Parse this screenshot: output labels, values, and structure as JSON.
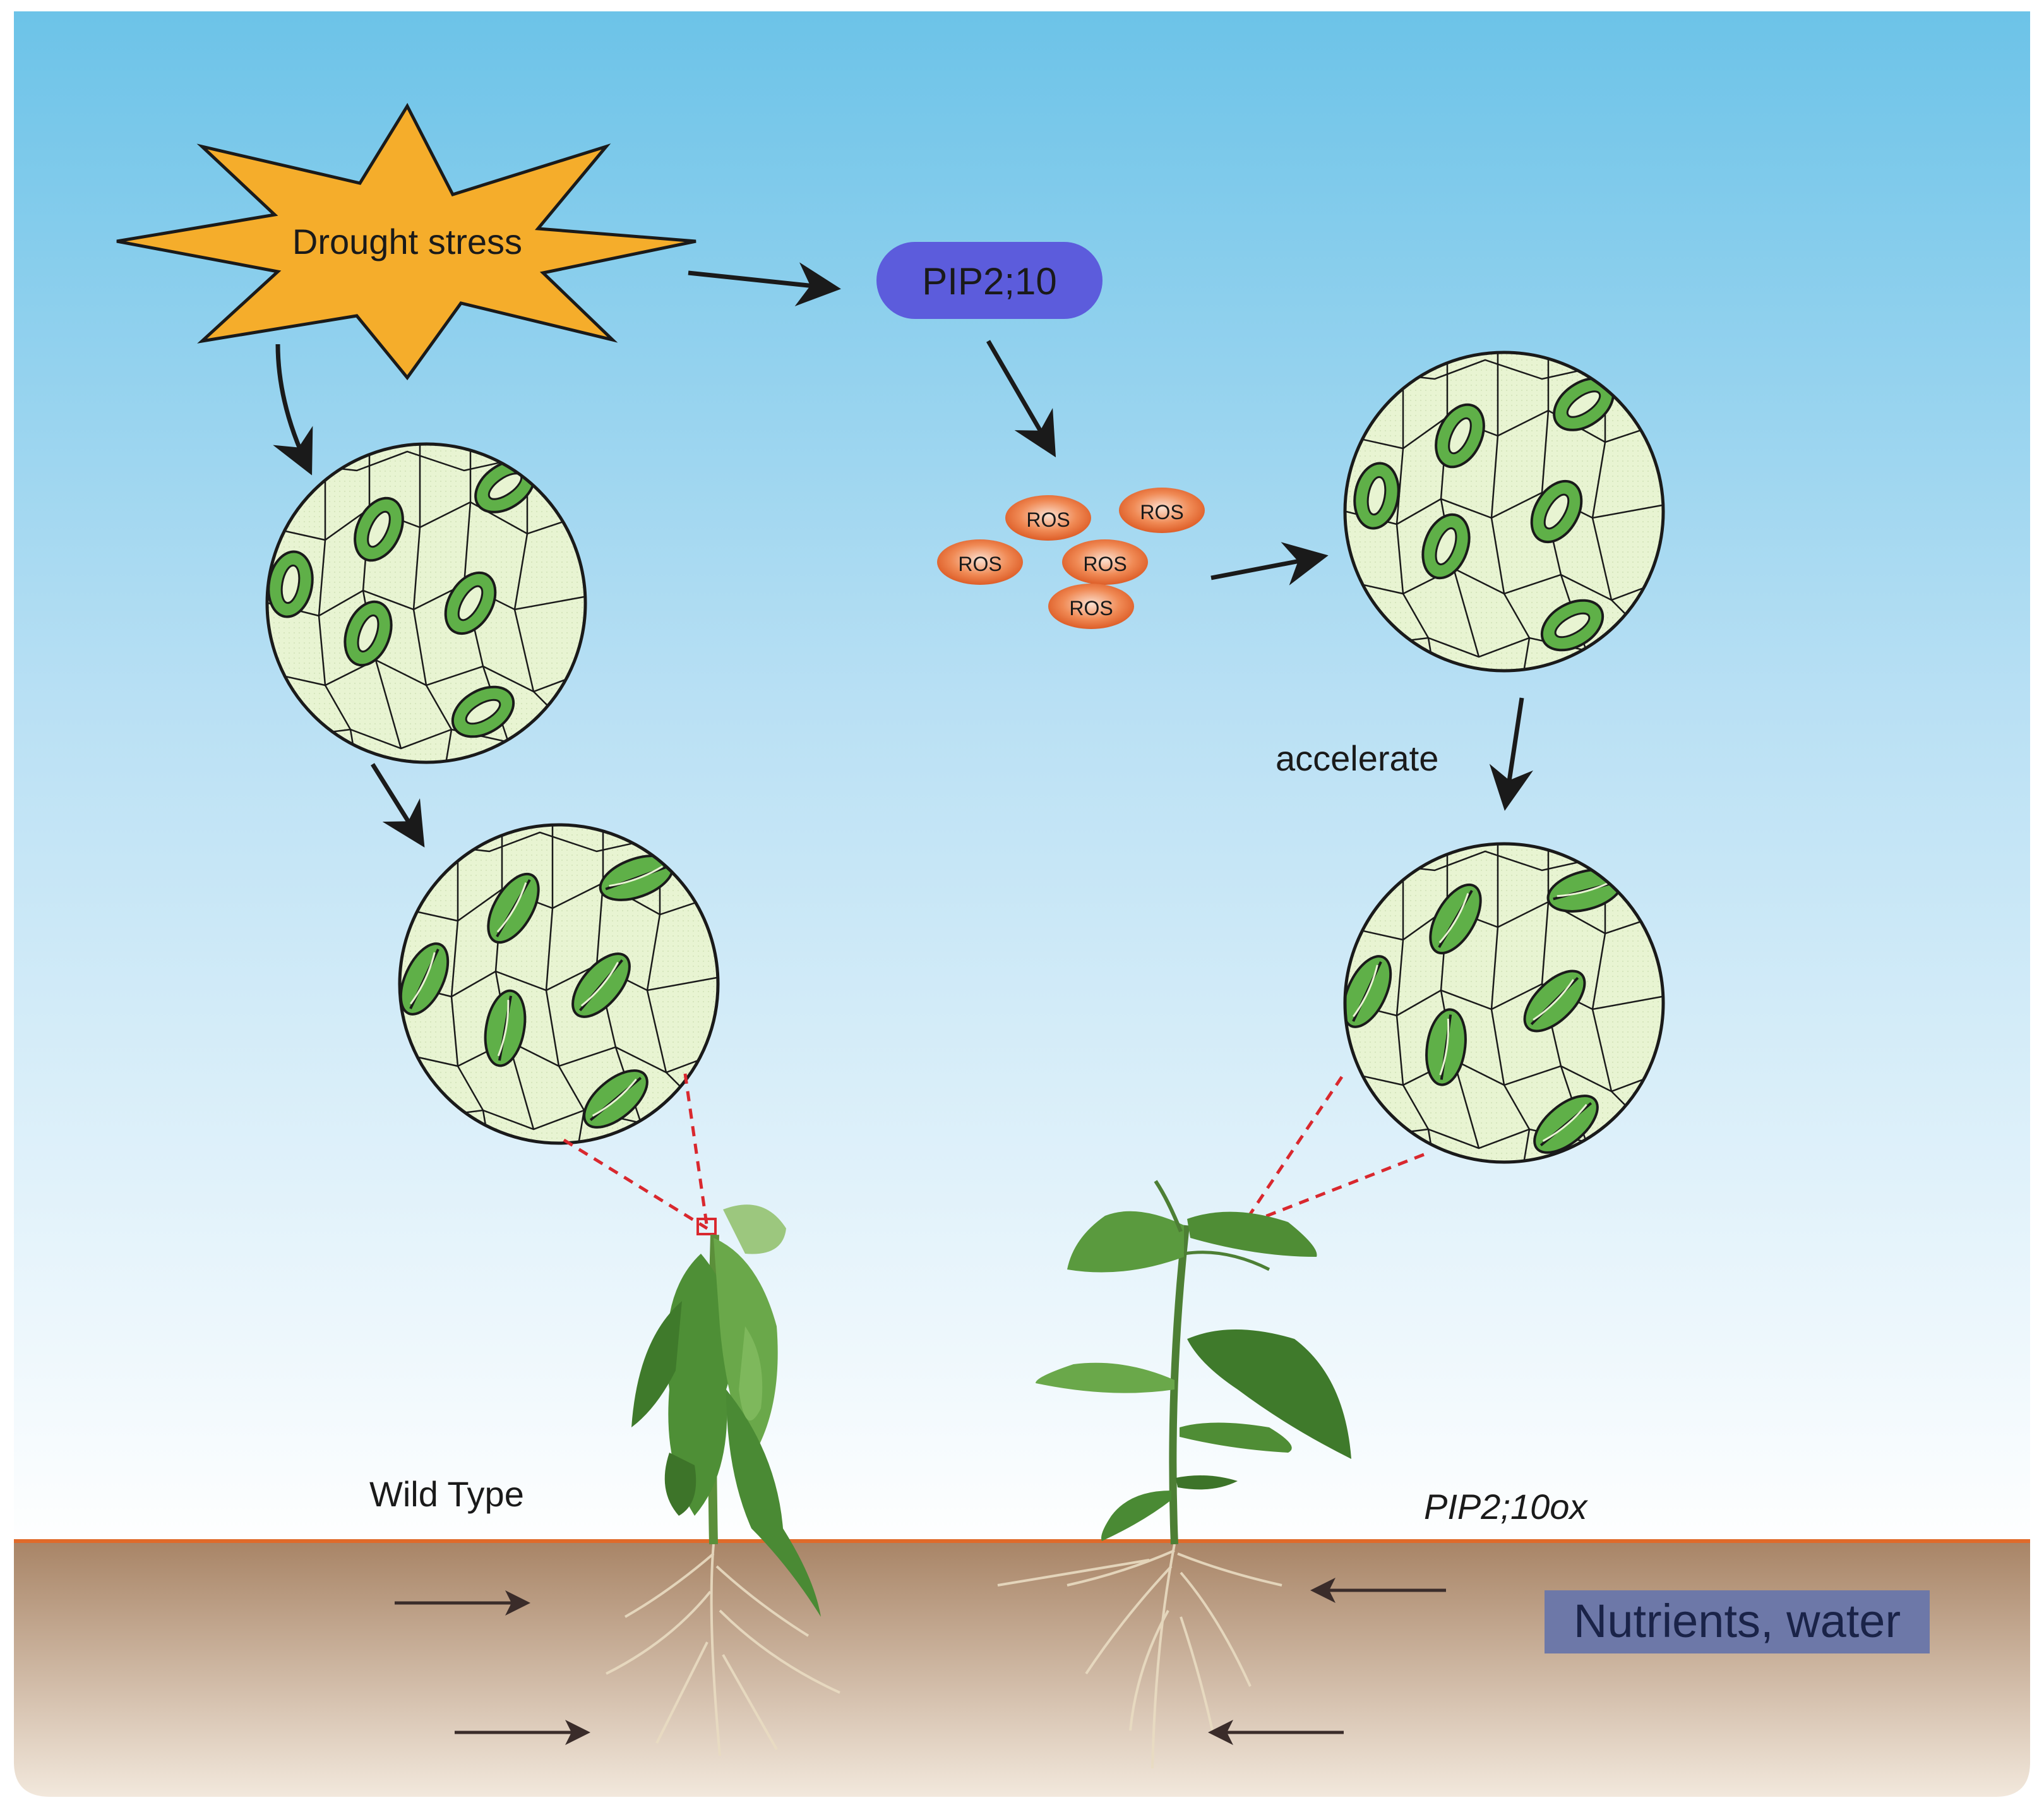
{
  "stress_label": "Drought stress",
  "gene_label": "PIP2;10",
  "ros_labels": [
    "ROS",
    "ROS",
    "ROS",
    "ROS",
    "ROS"
  ],
  "accelerate_label": "accelerate",
  "wild_type_label": "Wild Type",
  "overexpression_label": "PIP2;10ox",
  "nutrients_label": "Nutrients, water",
  "colors": {
    "sky_top": "#6cc3e8",
    "sky_bottom": "#ffffff",
    "star_fill": "#f5ad2b",
    "gene_fill": "#5c5cdc",
    "ros_fill": "#e8622a",
    "cell_fill": "#e8f4d2",
    "guard_cell": "#5fb048",
    "soil_top": "#a88466",
    "soil_bottom": "#f2e8dc",
    "soil_line": "#e06a2a",
    "callout_line": "#d9282e",
    "label_box": "#6d78a8"
  }
}
